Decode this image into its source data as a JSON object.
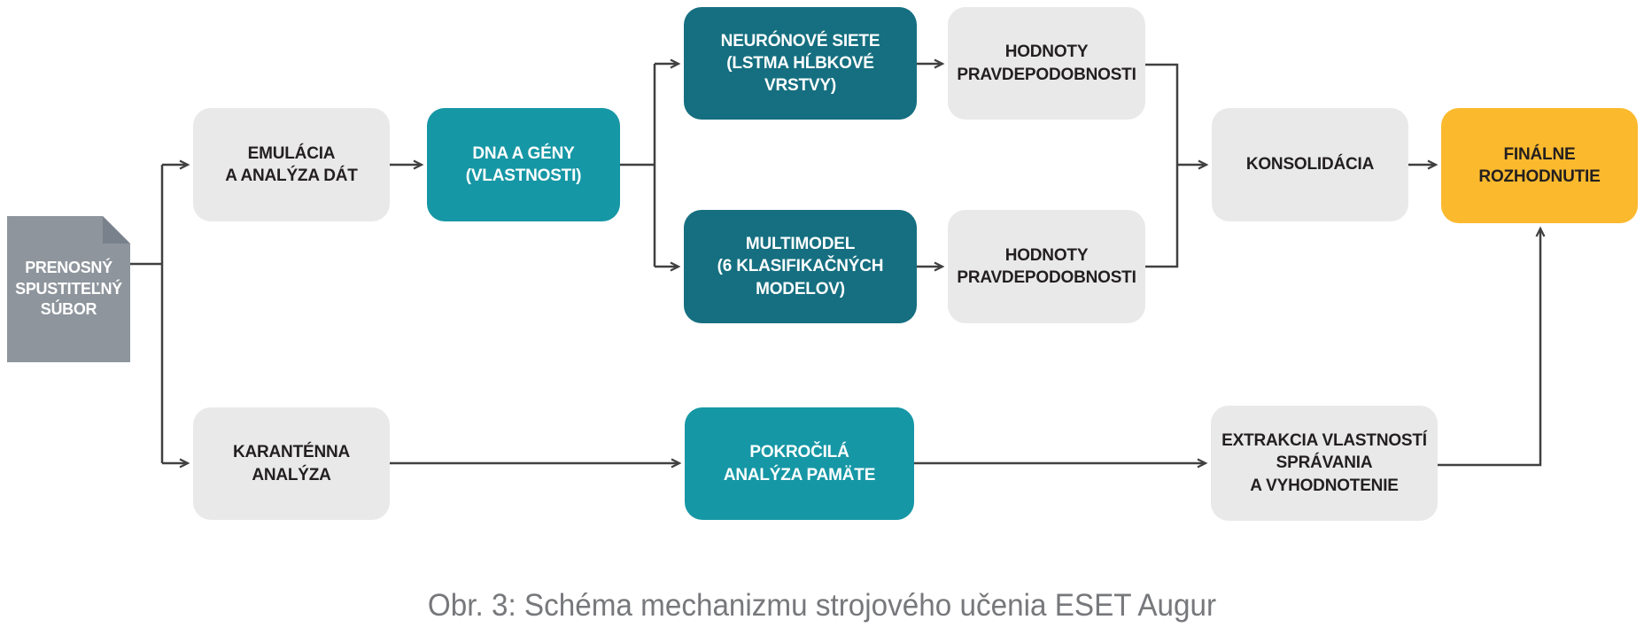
{
  "diagram": {
    "caption": "Obr. 3: Schéma mechanizmu strojového učenia ESET Augur",
    "nodes": {
      "source": {
        "lines": [
          "PRENOSNÝ",
          "SPUSTITEĽNÝ",
          "SÚBOR"
        ],
        "shape": "document"
      },
      "emulacia": {
        "lines": [
          "EMULÁCIA",
          "A ANALÝZA DÁT"
        ]
      },
      "dna": {
        "lines": [
          "DNA A GÉNY",
          "(VLASTNOSTI)"
        ]
      },
      "neuronove": {
        "lines": [
          "NEURÓNOVÉ SIETE",
          "(LSTMA HĹBKOVÉ",
          "VRSTVY)"
        ]
      },
      "hodnoty1": {
        "lines": [
          "HODNOTY",
          "PRAVDEPODOBNOSTI"
        ]
      },
      "multimodel": {
        "lines": [
          "MULTIMODEL",
          "(6 KLASIFIKAČNÝCH",
          "MODELOV)"
        ]
      },
      "hodnoty2": {
        "lines": [
          "HODNOTY",
          "PRAVDEPODOBNOSTI"
        ]
      },
      "konsolidacia": {
        "lines": [
          "KONSOLIDÁCIA"
        ]
      },
      "finalne": {
        "lines": [
          "FINÁLNE",
          "ROZHODNUTIE"
        ]
      },
      "karantenna": {
        "lines": [
          "KARANTÉNNA",
          "ANALÝZA"
        ]
      },
      "pokrocila": {
        "lines": [
          "POKROČILÁ",
          "ANALÝZA PAMÄTE"
        ]
      },
      "extrakcia": {
        "lines": [
          "EXTRAKCIA VLASTNOSTÍ",
          "SPRÁVANIA",
          "A VYHODNOTENIE"
        ]
      }
    },
    "edges": [
      {
        "from": "source",
        "to": "emulacia"
      },
      {
        "from": "source",
        "to": "karantenna"
      },
      {
        "from": "emulacia",
        "to": "dna"
      },
      {
        "from": "dna",
        "to": "neuronove"
      },
      {
        "from": "dna",
        "to": "multimodel"
      },
      {
        "from": "neuronove",
        "to": "hodnoty1"
      },
      {
        "from": "multimodel",
        "to": "hodnoty2"
      },
      {
        "from": "hodnoty1",
        "to": "konsolidacia"
      },
      {
        "from": "hodnoty2",
        "to": "konsolidacia"
      },
      {
        "from": "konsolidacia",
        "to": "finalne"
      },
      {
        "from": "karantenna",
        "to": "pokrocila"
      },
      {
        "from": "pokrocila",
        "to": "extrakcia"
      },
      {
        "from": "extrakcia",
        "to": "finalne"
      }
    ],
    "colors": {
      "box_gray": "#E9E9E9",
      "teal": "#1697A5",
      "teal_dark": "#156F80",
      "yellow": "#FBB92D",
      "doc_gray": "#8E959C",
      "doc_fold": "#79828C",
      "text_dark": "#231F20",
      "text_light": "#FFFFFF",
      "connector": "#404041",
      "caption_gray": "#77787B"
    }
  }
}
